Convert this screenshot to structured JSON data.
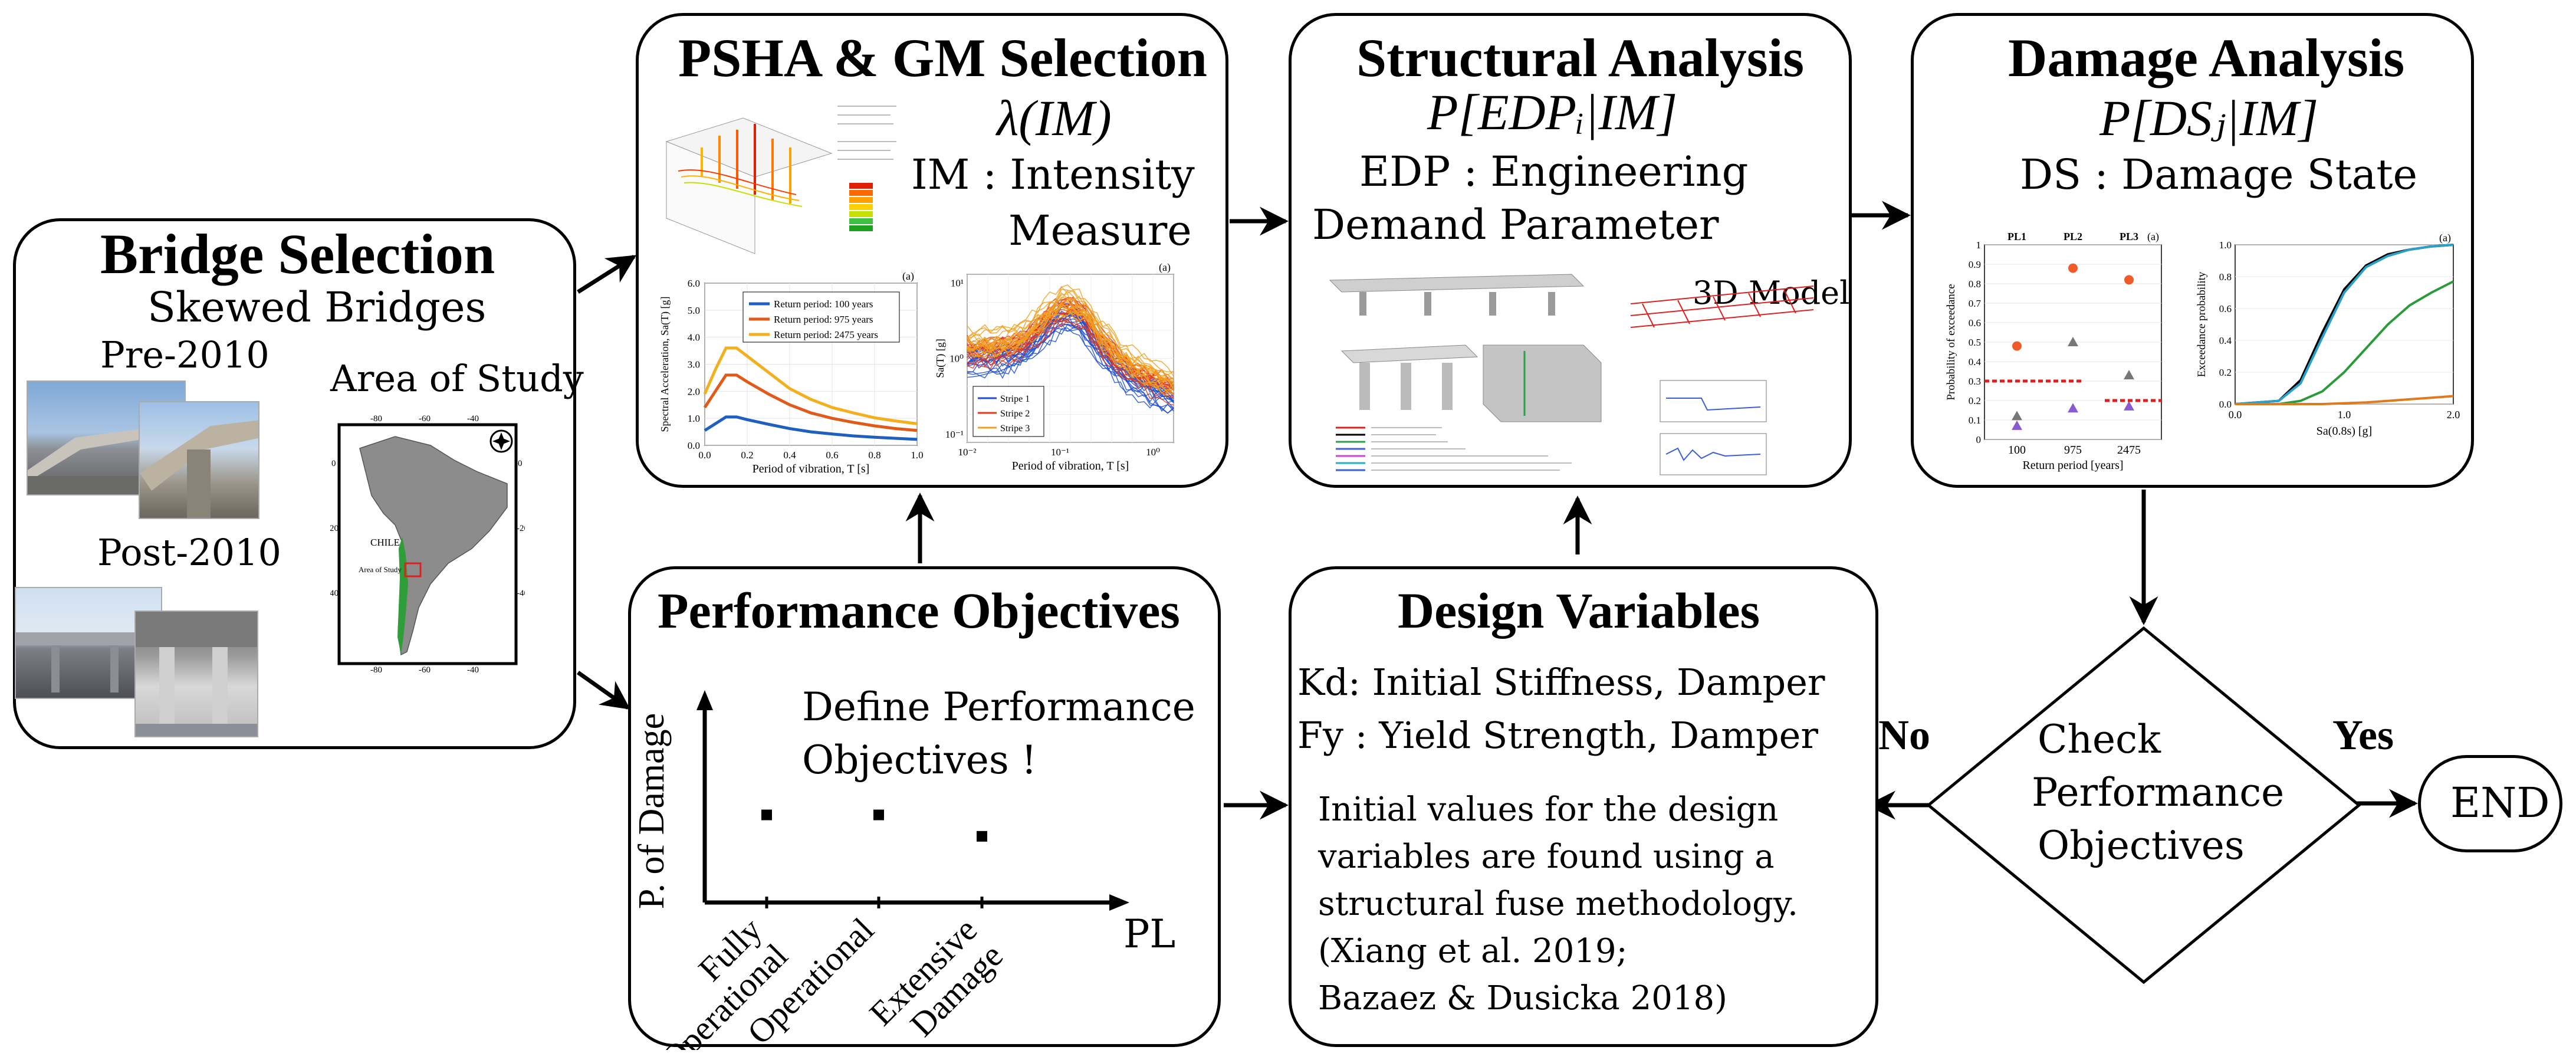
{
  "bridge": {
    "title": "Bridge Selection",
    "subtitle": "Skewed Bridges",
    "pre": "Pre-2010",
    "post": "Post-2010",
    "area_title": "Area of Study",
    "map_country": "CHILE",
    "map_area": "Area of Study",
    "lon_ticks": [
      "-80",
      "-60",
      "-40"
    ],
    "lat_ticks_left": [
      "0",
      "-20",
      "-40"
    ],
    "lat_ticks_right": [
      "0",
      "-20",
      "-40"
    ]
  },
  "psha": {
    "title": "PSHA & GM Selection",
    "formula": "λ(IM)",
    "line1": "IM : Intensity",
    "line2": "Measure",
    "spectrum": {
      "ylabel": "Spectral Acceleration, Sa(T) [g]",
      "xlabel": "Period of vibration, T [s]",
      "panel": "(a)",
      "yticks": [
        "0.0",
        "1.0",
        "2.0",
        "3.0",
        "4.0",
        "5.0",
        "6.0"
      ],
      "xticks": [
        "0.0",
        "0.2",
        "0.4",
        "0.6",
        "0.8",
        "1.0"
      ],
      "legend": [
        "Return period: 100 years",
        "Return period: 975 years",
        "Return period: 2475 years"
      ]
    },
    "records": {
      "ylabel": "Sa(T) [g]",
      "xlabel": "Period of vibration, T [s]",
      "panel": "(a)",
      "xticks": [
        "10⁻²",
        "10⁻¹",
        "10⁰"
      ],
      "yticks": [
        "10⁻¹",
        "10⁰",
        "10¹"
      ],
      "legend": [
        "Stripe 1",
        "Stripe 2",
        "Stripe 3"
      ]
    }
  },
  "structural": {
    "title": "Structural Analysis",
    "formula": "P[EDPᵢ|IM]",
    "line1": "EDP : Engineering",
    "line2": "Demand Parameter",
    "model_label": "3D Model"
  },
  "damage": {
    "title": "Damage Analysis",
    "formula": "P[DSⱼ|IM]",
    "line1": "DS : Damage State",
    "left_plot": {
      "ylabel": "Probability of exceedance",
      "xlabel": "Return period [years]",
      "panel": "(a)",
      "xticks": [
        "100",
        "975",
        "2475"
      ],
      "yticks": [
        "0",
        "0.1",
        "0.2",
        "0.3",
        "0.4",
        "0.5",
        "0.6",
        "0.7",
        "0.8",
        "0.9",
        "1"
      ],
      "headers": [
        "PL1",
        "PL2",
        "PL3"
      ]
    },
    "right_plot": {
      "ylabel": "Exceedance probability",
      "xlabel": "Sa(0.8s) [g]",
      "panel": "(a)",
      "xticks": [
        "0.0",
        "1.0",
        "2.0"
      ],
      "yticks": [
        "0.0",
        "0.2",
        "0.4",
        "0.6",
        "0.8",
        "1.0"
      ]
    }
  },
  "performance": {
    "title": "Performance Objectives",
    "define": "Define Performance",
    "define2": "Objectives !",
    "ylabel": "P. of Damage",
    "xlabel": "PL",
    "categories": [
      "Fully Operational",
      "Operational",
      "Extensive Damage"
    ],
    "cat_lines": [
      [
        "Fully",
        "Operational"
      ],
      [
        "Operational"
      ],
      [
        "Extensive",
        "Damage"
      ]
    ]
  },
  "design": {
    "title": "Design Variables",
    "kd": "Kd: Initial Stiffness, Damper",
    "fy": "Fy : Yield Strength,  Damper",
    "para": [
      "Initial values for the design",
      "variables are found using a",
      "structural fuse methodology.",
      "(Xiang et al. 2019;",
      "Bazaez & Dusicka 2018)"
    ]
  },
  "decision": {
    "lines": [
      "Check",
      "Performance",
      "Objectives"
    ],
    "no": "No",
    "yes": "Yes",
    "end": "END"
  },
  "chart_data": [
    {
      "type": "line",
      "xlabel": "Period of vibration, T [s]",
      "ylabel": "Spectral Acceleration, Sa(T) [g]",
      "xlim": [
        0,
        1.0
      ],
      "ylim": [
        0,
        6.0
      ],
      "x": [
        0.0,
        0.05,
        0.1,
        0.15,
        0.2,
        0.3,
        0.4,
        0.5,
        0.6,
        0.7,
        0.8,
        0.9,
        1.0
      ],
      "series": [
        {
          "name": "Return period: 100 years",
          "color": "#1f5fbf",
          "values": [
            0.55,
            0.8,
            1.05,
            1.05,
            0.95,
            0.78,
            0.62,
            0.5,
            0.42,
            0.35,
            0.3,
            0.26,
            0.22
          ]
        },
        {
          "name": "Return period: 975 years",
          "color": "#e05a1a",
          "values": [
            1.4,
            2.0,
            2.6,
            2.6,
            2.35,
            1.9,
            1.5,
            1.2,
            1.0,
            0.85,
            0.72,
            0.62,
            0.55
          ]
        },
        {
          "name": "Return period: 2475 years",
          "color": "#f2b01e",
          "values": [
            1.9,
            2.8,
            3.6,
            3.6,
            3.3,
            2.7,
            2.1,
            1.7,
            1.4,
            1.2,
            1.02,
            0.9,
            0.8
          ]
        }
      ]
    },
    {
      "type": "scatter",
      "xlabel": "Return period [years]",
      "ylabel": "Probability of exceedance",
      "categories": [
        "100",
        "975",
        "2475"
      ],
      "ylim": [
        0,
        1
      ],
      "series": [
        {
          "name": "PL1",
          "values": [
            0.48,
            0.88,
            0.82
          ]
        },
        {
          "name": "PL2",
          "values": [
            0.12,
            0.5,
            0.33
          ]
        },
        {
          "name": "PL3",
          "values": [
            0.07,
            0.16,
            0.17
          ]
        }
      ],
      "thresholds": [
        0.3,
        0.2
      ]
    },
    {
      "type": "line",
      "xlabel": "Sa(0.8s) [g]",
      "ylabel": "Exceedance probability",
      "xlim": [
        0,
        2.0
      ],
      "ylim": [
        0,
        1.0
      ],
      "x": [
        0.0,
        0.4,
        0.6,
        0.8,
        1.0,
        1.2,
        1.4,
        1.6,
        1.8,
        2.0
      ],
      "series": [
        {
          "color": "#000000",
          "values": [
            0.0,
            0.02,
            0.15,
            0.45,
            0.72,
            0.87,
            0.94,
            0.97,
            0.99,
            1.0
          ]
        },
        {
          "color": "#2aa0c8",
          "values": [
            0.0,
            0.02,
            0.13,
            0.42,
            0.7,
            0.86,
            0.93,
            0.97,
            0.99,
            1.0
          ]
        },
        {
          "color": "#2a9a3a",
          "values": [
            0.0,
            0.0,
            0.02,
            0.08,
            0.2,
            0.35,
            0.5,
            0.62,
            0.7,
            0.77
          ]
        },
        {
          "color": "#e07a20",
          "values": [
            0.0,
            0.0,
            0.0,
            0.0,
            0.005,
            0.01,
            0.02,
            0.03,
            0.04,
            0.05
          ]
        }
      ]
    },
    {
      "type": "scatter",
      "xlabel": "PL",
      "ylabel": "P. of Damage",
      "categories": [
        "Fully Operational",
        "Operational",
        "Extensive Damage"
      ],
      "values": [
        0.45,
        0.45,
        0.34
      ]
    }
  ]
}
